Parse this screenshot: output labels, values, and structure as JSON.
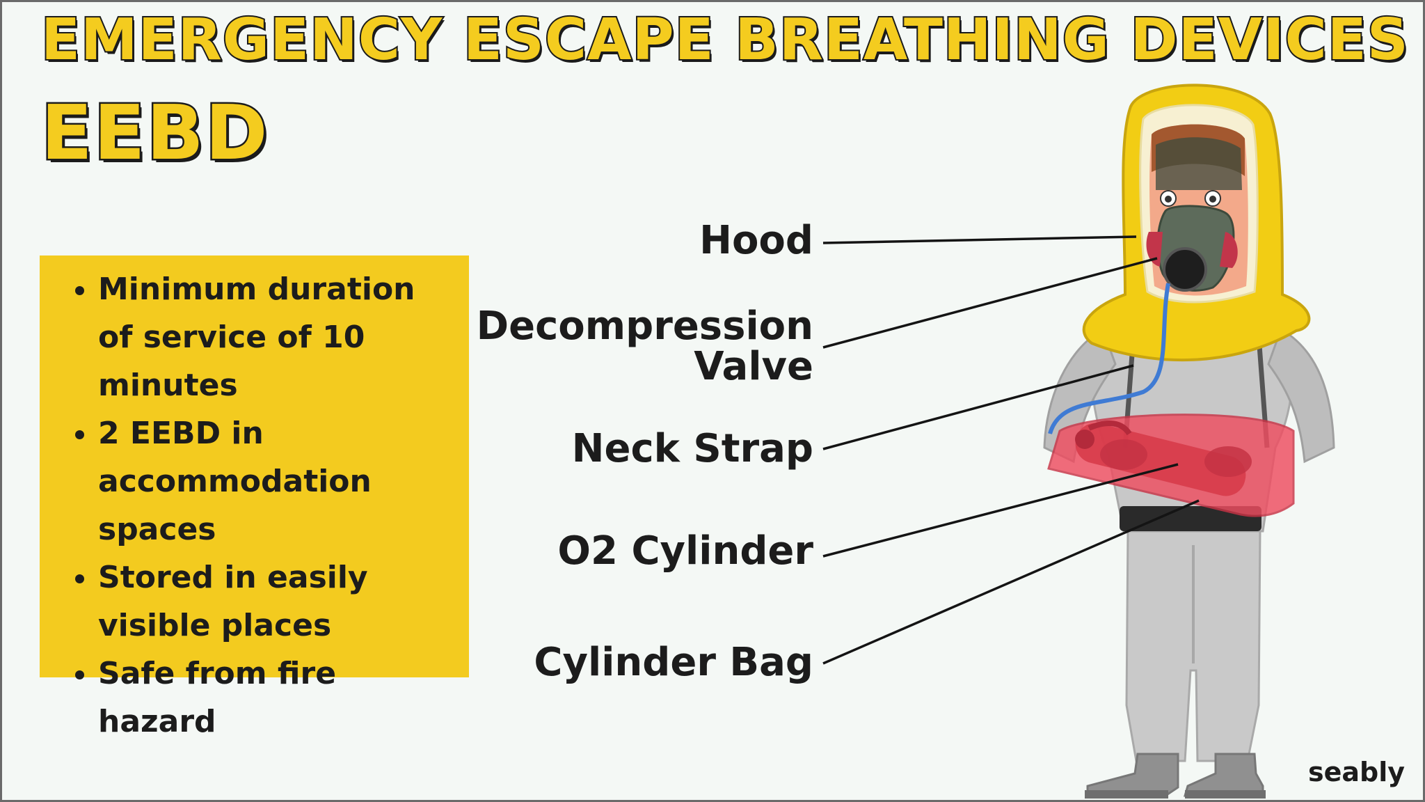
{
  "title": "EMERGENCY ESCAPE BREATHING DEVICES",
  "subtitle": "EEBD",
  "facts": [
    "Minimum duration of service of 10 minutes",
    "2 EEBD in accommodation spaces",
    "Stored in easily visible places",
    "Safe from fire hazard"
  ],
  "labels": {
    "hood": "Hood",
    "valve": "Decompression\nValve",
    "strap": "Neck Strap",
    "cylinder": "O2 Cylinder",
    "bag": "Cylinder Bag"
  },
  "brand": "seably",
  "colors": {
    "accent_yellow": "#f3cb1f",
    "cylinder_bag_red": "#e8404f",
    "suit_grey": "#c7c7c7",
    "text_dark": "#1c1c1c"
  }
}
